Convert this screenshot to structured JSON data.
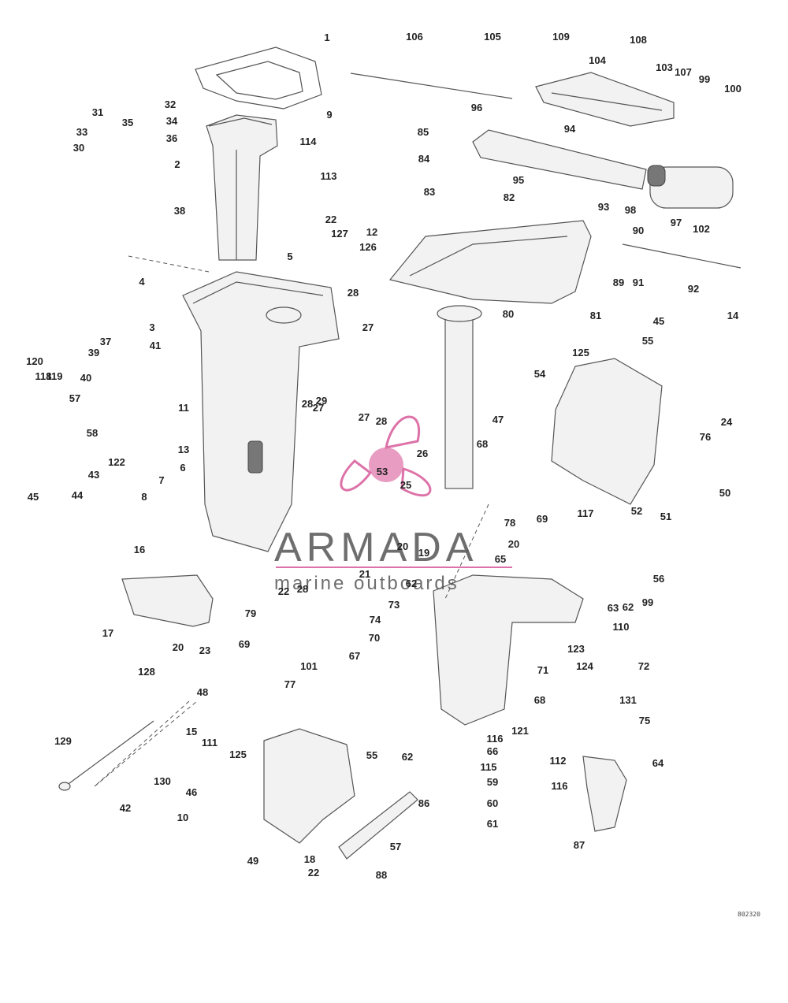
{
  "diagram": {
    "drawing_code": "802320",
    "callouts": [
      "1",
      "2",
      "3",
      "4",
      "5",
      "6",
      "7",
      "8",
      "9",
      "10",
      "11",
      "12",
      "13",
      "14",
      "15",
      "16",
      "17",
      "18",
      "19",
      "20",
      "20",
      "20",
      "21",
      "22",
      "22",
      "22",
      "23",
      "24",
      "25",
      "26",
      "27",
      "27",
      "27",
      "28",
      "28",
      "28",
      "28",
      "29",
      "30",
      "31",
      "32",
      "33",
      "34",
      "35",
      "36",
      "37",
      "38",
      "39",
      "40",
      "41",
      "42",
      "43",
      "44",
      "45",
      "45",
      "46",
      "47",
      "48",
      "49",
      "50",
      "51",
      "52",
      "53",
      "54",
      "55",
      "55",
      "56",
      "57",
      "57",
      "58",
      "59",
      "60",
      "61",
      "62",
      "62",
      "62",
      "63",
      "64",
      "65",
      "66",
      "67",
      "68",
      "68",
      "69",
      "69",
      "70",
      "71",
      "72",
      "73",
      "74",
      "75",
      "76",
      "77",
      "78",
      "79",
      "80",
      "81",
      "82",
      "83",
      "84",
      "85",
      "86",
      "87",
      "88",
      "89",
      "90",
      "91",
      "92",
      "93",
      "94",
      "95",
      "96",
      "97",
      "98",
      "99",
      "99",
      "100",
      "101",
      "102",
      "103",
      "104",
      "105",
      "106",
      "107",
      "108",
      "109",
      "110",
      "111",
      "112",
      "113",
      "114",
      "115",
      "116",
      "116",
      "117",
      "118",
      "119",
      "120",
      "121",
      "122",
      "123",
      "124",
      "125",
      "125",
      "126",
      "127",
      "128",
      "129",
      "130",
      "131"
    ]
  },
  "watermark": {
    "brand": "ARMADA",
    "tagline": "marine outboards",
    "color": "#d85a9a"
  }
}
